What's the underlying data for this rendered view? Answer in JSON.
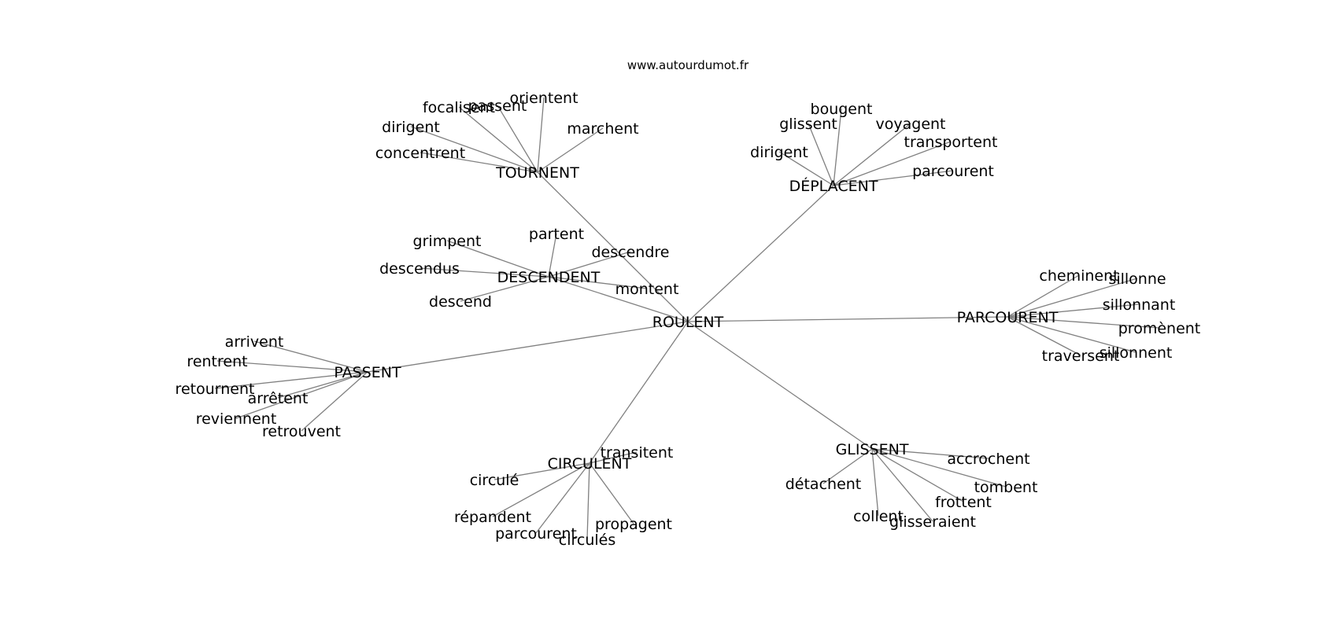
{
  "source": "www.autourdumot.fr",
  "root": "ROULENT",
  "groups": [
    {
      "label": "TOURNENT",
      "words": [
        "focalisent",
        "passent",
        "orientent",
        "dirigent",
        "marchent",
        "concentrent"
      ]
    },
    {
      "label": "DÉPLACENT",
      "words": [
        "bougent",
        "glissent",
        "voyagent",
        "transportent",
        "dirigent",
        "parcourent"
      ]
    },
    {
      "label": "DESCENDENT",
      "words": [
        "grimpent",
        "partent",
        "descendre",
        "descendus",
        "montent",
        "descend"
      ]
    },
    {
      "label": "PARCOURENT",
      "words": [
        "cheminent",
        "sillonne",
        "sillonnant",
        "promènent",
        "traversent",
        "sillonnent"
      ]
    },
    {
      "label": "PASSENT",
      "words": [
        "arrivent",
        "rentrent",
        "retournent",
        "arrêtent",
        "reviennent",
        "retrouvent"
      ]
    },
    {
      "label": "CIRCULENT",
      "words": [
        "transitent",
        "circulé",
        "répandent",
        "propagent",
        "parcourent",
        "circulés"
      ]
    },
    {
      "label": "GLISSENT",
      "words": [
        "accrochent",
        "détachent",
        "tombent",
        "frottent",
        "collent",
        "glisseraient"
      ]
    }
  ]
}
